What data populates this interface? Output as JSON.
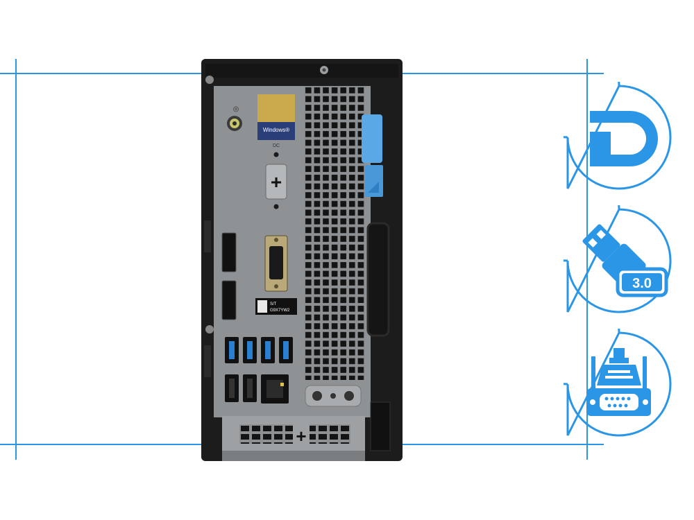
{
  "colors": {
    "accent": "#2b96e6",
    "chassis": "#1c1c1c",
    "panel": "#8e9295",
    "usb_blue": "#2a7fd0",
    "lever_blue": "#5aa9e6"
  },
  "case": {
    "windows_sticker": "Windows®",
    "power_label": "DC",
    "service_tag_label": "S/T",
    "service_tag_value": "G9X7YW2"
  },
  "badges": [
    {
      "icon": "displayport-icon",
      "label": ""
    },
    {
      "icon": "usb-icon",
      "label": "3.0"
    },
    {
      "icon": "vga-connector-icon",
      "label": ""
    }
  ]
}
